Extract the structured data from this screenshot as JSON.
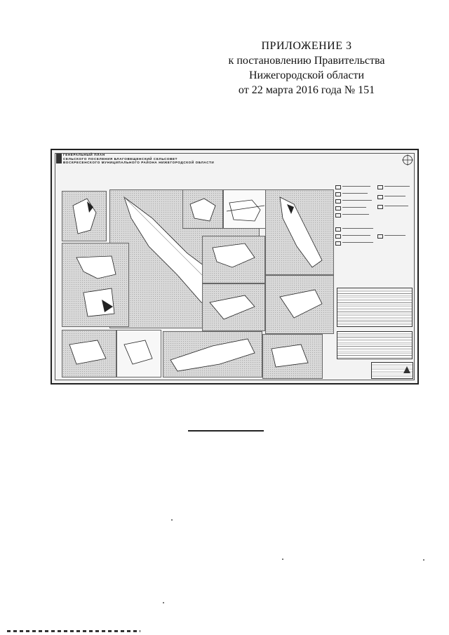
{
  "header": {
    "line1": "ПРИЛОЖЕНИЕ 3",
    "line2": "к постановлению Правительства",
    "line3": "Нижегородской области",
    "line4": "от 22 марта 2016 года № 151"
  },
  "plan_sheet": {
    "title_line1": "ГЕНЕРАЛЬНЫЙ ПЛАН",
    "title_line2": "СЕЛЬСКОГО ПОСЕЛЕНИЯ  БЛАГОВЕЩЕНСКИЙ СЕЛЬСОВЕТ",
    "title_line3": "ВОСКРЕСЕНСКОГО МУНИЦИПАЛЬНОГО РАЙОНА НИЖЕГОРОДСКОЙ ОБЛАСТИ"
  }
}
